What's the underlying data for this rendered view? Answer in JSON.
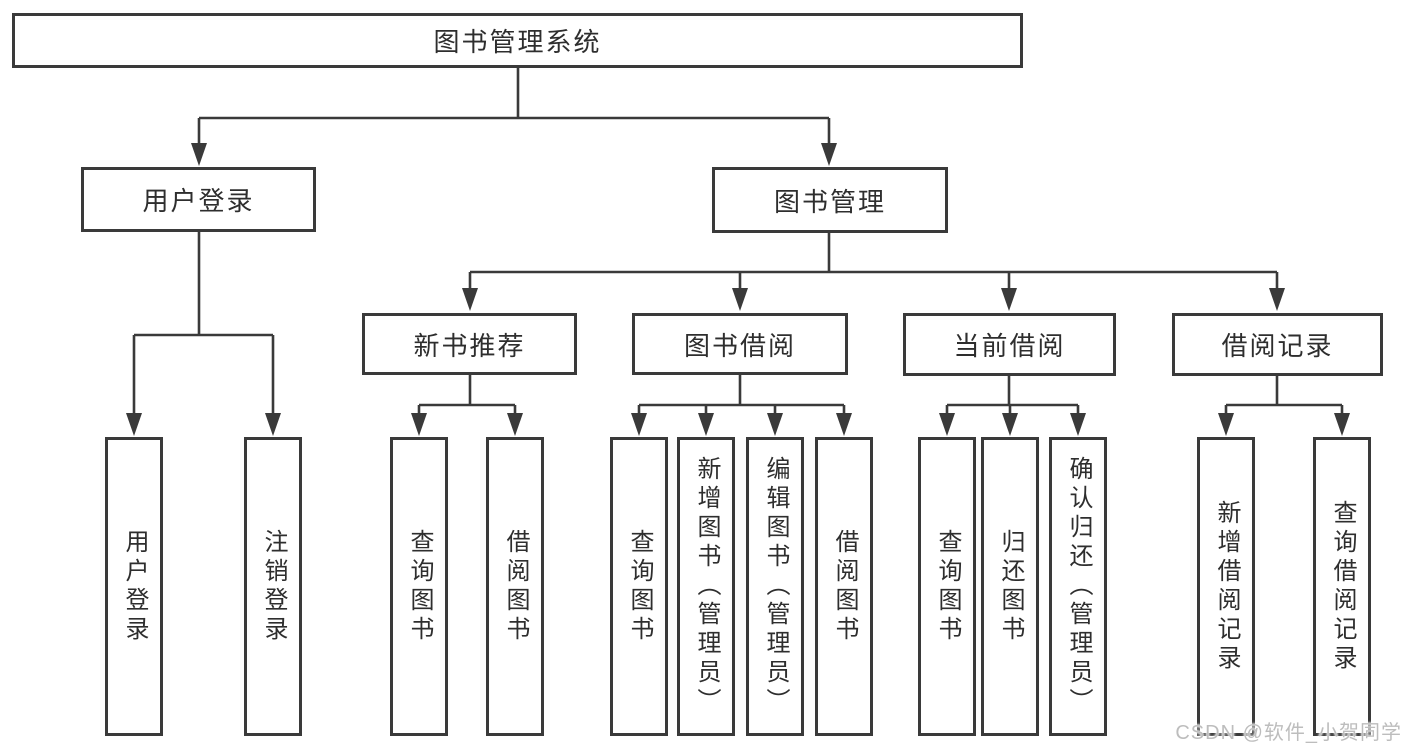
{
  "diagram": {
    "root": "图书管理系统",
    "login_branch": {
      "label": "用户登录",
      "children": [
        "用户登录",
        "注销登录"
      ]
    },
    "manage_branch": {
      "label": "图书管理",
      "groups": [
        {
          "label": "新书推荐",
          "children": [
            "查询图书",
            "借阅图书"
          ]
        },
        {
          "label": "图书借阅",
          "children": [
            "查询图书",
            "新增图书（管理员）",
            "编辑图书（管理员）",
            "借阅图书"
          ]
        },
        {
          "label": "当前借阅",
          "children": [
            "查询图书",
            "归还图书",
            "确认归还（管理员）"
          ]
        },
        {
          "label": "借阅记录",
          "children": [
            "新增借阅记录",
            "查询借阅记录"
          ]
        }
      ]
    },
    "watermark": "CSDN @软件_小贺同学",
    "colors": {
      "line": "#3a3a3a",
      "text": "#2e2e2e",
      "watermark": "#bdbdbd",
      "bg": "#ffffff"
    }
  }
}
